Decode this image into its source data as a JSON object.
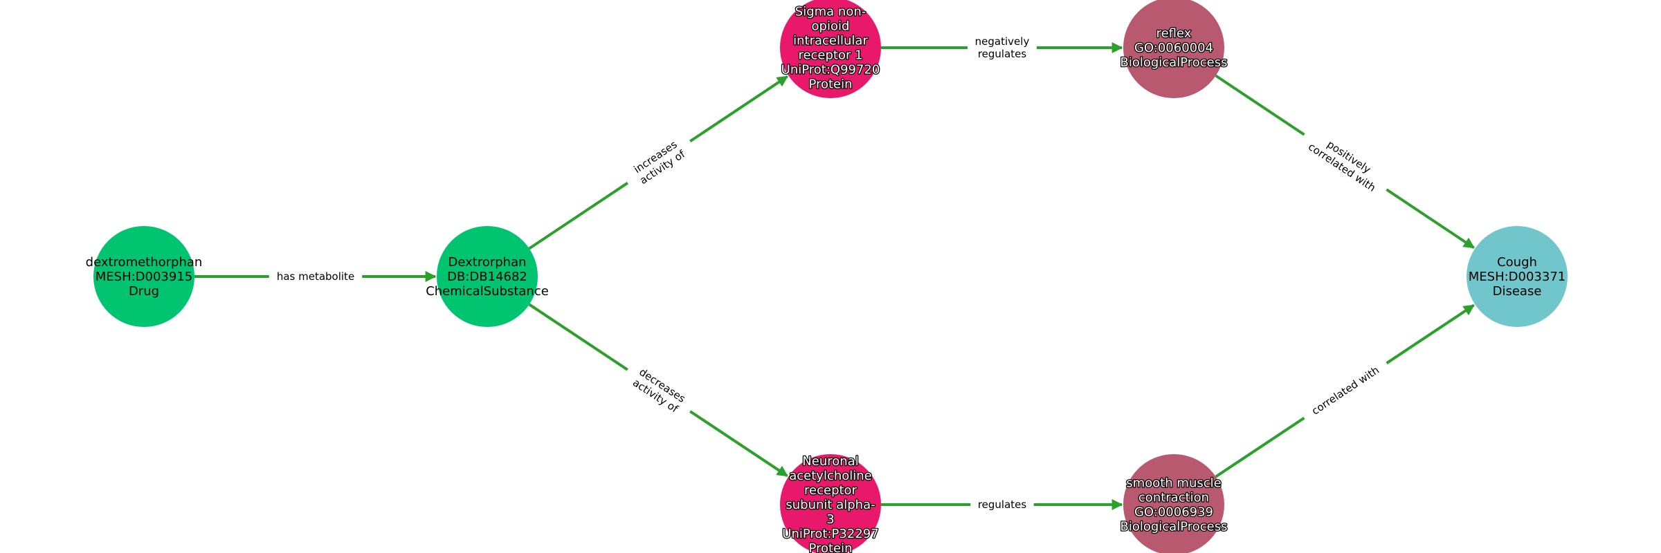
{
  "colors": {
    "edge": "#2ca02c",
    "Drug": "#00c46f",
    "ChemicalSubstance": "#00c46f",
    "Protein": "#e8196a",
    "BiologicalProcess": "#b8596f",
    "Disease": "#70c6cb"
  },
  "nodes": [
    {
      "id": "dxm",
      "lines": [
        "dextromethorphan",
        "MESH:D003915",
        "Drug"
      ],
      "type": "Drug",
      "outlined": false
    },
    {
      "id": "dxo",
      "lines": [
        "Dextrorphan",
        "DB:DB14682",
        "ChemicalSubstance"
      ],
      "type": "ChemicalSubstance",
      "outlined": false
    },
    {
      "id": "sig",
      "lines": [
        "Sigma non-",
        "opioid",
        "intracellular",
        "receptor 1",
        "UniProt:Q99720",
        "Protein"
      ],
      "type": "Protein",
      "outlined": true
    },
    {
      "id": "nac",
      "lines": [
        "Neuronal",
        "acetylcholine",
        "receptor",
        "subunit alpha-",
        "3",
        "UniProt:P32297",
        "Protein"
      ],
      "type": "Protein",
      "outlined": true
    },
    {
      "id": "ref",
      "lines": [
        "reflex",
        "GO:0060004",
        "BiologicalProcess"
      ],
      "type": "BiologicalProcess",
      "outlined": true
    },
    {
      "id": "smc",
      "lines": [
        "smooth muscle",
        "contraction",
        "GO:0006939",
        "BiologicalProcess"
      ],
      "type": "BiologicalProcess",
      "outlined": true
    },
    {
      "id": "cou",
      "lines": [
        "Cough",
        "MESH:D003371",
        "Disease"
      ],
      "type": "Disease",
      "outlined": false
    }
  ],
  "edges": [
    {
      "from": "dxm",
      "to": "dxo",
      "lines": [
        "has metabolite"
      ]
    },
    {
      "from": "dxo",
      "to": "sig",
      "lines": [
        "increases",
        "activity of"
      ]
    },
    {
      "from": "dxo",
      "to": "nac",
      "lines": [
        "decreases",
        "activity of"
      ]
    },
    {
      "from": "sig",
      "to": "ref",
      "lines": [
        "negatively",
        "regulates"
      ]
    },
    {
      "from": "nac",
      "to": "smc",
      "lines": [
        "regulates"
      ]
    },
    {
      "from": "ref",
      "to": "cou",
      "lines": [
        "positively",
        "correlated with"
      ]
    },
    {
      "from": "smc",
      "to": "cou",
      "lines": [
        "correlated with"
      ]
    }
  ]
}
